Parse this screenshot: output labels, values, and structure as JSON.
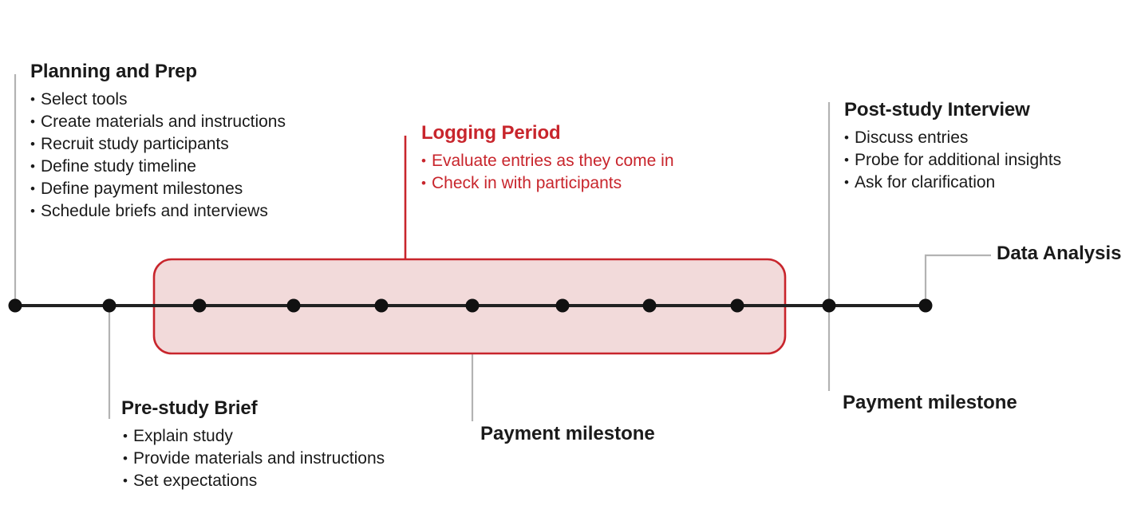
{
  "figure": {
    "kind": "study-timeline-diagram",
    "accent_color": "#c8252c",
    "line_color": "#222222",
    "connector_color": "#b3b3b3",
    "highlight_fill": "#f2dada",
    "text_color": "#1a1a1a"
  },
  "blocks": {
    "planning": {
      "title": "Planning and Prep",
      "items": [
        "Select tools",
        "Create materials and instructions",
        "Recruit study participants",
        "Define study timeline",
        "Define payment milestones",
        "Schedule briefs and interviews"
      ]
    },
    "logging": {
      "title": "Logging Period",
      "items": [
        "Evaluate entries as they come in",
        "Check in with participants"
      ]
    },
    "poststudy": {
      "title": "Post-study Interview",
      "items": [
        "Discuss entries",
        "Probe for additional insights",
        "Ask for clarification"
      ]
    },
    "prestudy": {
      "title": "Pre-study Brief",
      "items": [
        "Explain study",
        "Provide materials and instructions",
        "Set expectations"
      ]
    }
  },
  "labels": {
    "payment_milestone_mid": "Payment milestone",
    "payment_milestone_right": "Payment milestone",
    "data_analysis": "Data Analysis"
  },
  "chart_data": {
    "type": "timeline",
    "title": "",
    "axis_y": 383,
    "x_range": [
      19,
      1160
    ],
    "nodes": [
      {
        "x": 19,
        "label": "Planning and Prep",
        "connector": "up",
        "connector_to": 93
      },
      {
        "x": 137,
        "label": "Pre-study Brief",
        "connector": "down",
        "connector_to": 525
      },
      {
        "x": 250,
        "label": "",
        "connector": "none"
      },
      {
        "x": 368,
        "label": "",
        "connector": "none"
      },
      {
        "x": 478,
        "label": "",
        "connector": "none"
      },
      {
        "x": 592,
        "label": "Payment milestone",
        "connector": "down",
        "connector_to": 528
      },
      {
        "x": 705,
        "label": "",
        "connector": "none"
      },
      {
        "x": 814,
        "label": "",
        "connector": "none"
      },
      {
        "x": 924,
        "label": "",
        "connector": "none"
      },
      {
        "x": 1039,
        "label": "Post-study Interview / Payment milestone",
        "connector": "both",
        "connector_to": 128
      },
      {
        "x": 1160,
        "label": "Data Analysis",
        "connector": "elbow-up-right",
        "connector_to": 320
      }
    ],
    "highlight_region": {
      "label": "Logging Period",
      "x_start": 193,
      "x_end": 984,
      "y_top": 325,
      "y_bottom": 443,
      "stroke": "#c8252c",
      "fill": "#f2dada",
      "callout_x": 508,
      "callout_y_top": 170
    }
  }
}
